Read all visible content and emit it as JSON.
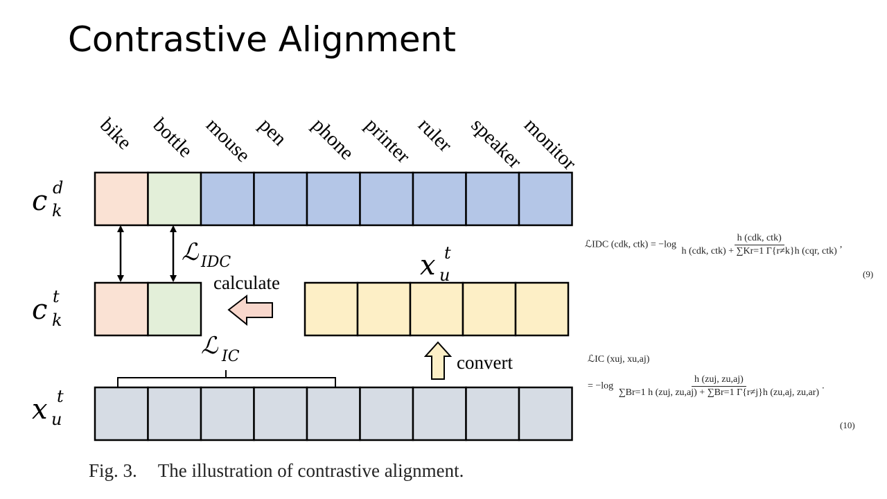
{
  "slide": {
    "title": "Contrastive Alignment"
  },
  "diagram": {
    "categories": [
      "bike",
      "bottle",
      "mouse",
      "pen",
      "phone",
      "printer",
      "ruler",
      "speaker",
      "monitor"
    ],
    "row_labels": {
      "c_d": {
        "base": "c",
        "sub": "k",
        "sup": "d"
      },
      "c_t": {
        "base": "c",
        "sub": "k",
        "sup": "t"
      },
      "x_u_bottom": {
        "base": "x",
        "sub": "u",
        "sup": "t"
      },
      "x_u_top": {
        "base": "x",
        "sub": "u",
        "sup": "t"
      }
    },
    "loss_idc": {
      "base": "ℒ",
      "sub": "IDC"
    },
    "loss_ic": {
      "base": "ℒ",
      "sub": "IC"
    },
    "calculate_label": "calculate",
    "convert_label": "convert",
    "colors": {
      "bike": "#fae2d4",
      "bottle": "#e3efd9",
      "other": "#b4c6e7",
      "x_top": "#fdefc6",
      "x_bottom": "#d6dce4",
      "calc_arrow": "#f8d7cc",
      "convert_arrow": "#fdefc6"
    }
  },
  "caption": {
    "fig": "Fig. 3.",
    "text": "The illustration of contrastive alignment."
  },
  "equations": {
    "eq9": {
      "lhs": "ℒIDC (cdk, ctk) = −log",
      "numerator": "h (cdk, ctk)",
      "denominator": "h (cdk, ctk) + ∑Kr=1 Γ{r≠k}h (cqr, ctk)",
      "number": "(9)"
    },
    "eq10": {
      "lhs": "ℒIC (xuj, xu,aj)",
      "prefix": "= −log",
      "numerator": "h (zuj, zu,aj)",
      "denominator": "∑Br=1 h (zuj, zu,aj) + ∑Br=1 Γ{r≠j}h (zu,aj, zu,ar)",
      "number": "(10)"
    }
  }
}
